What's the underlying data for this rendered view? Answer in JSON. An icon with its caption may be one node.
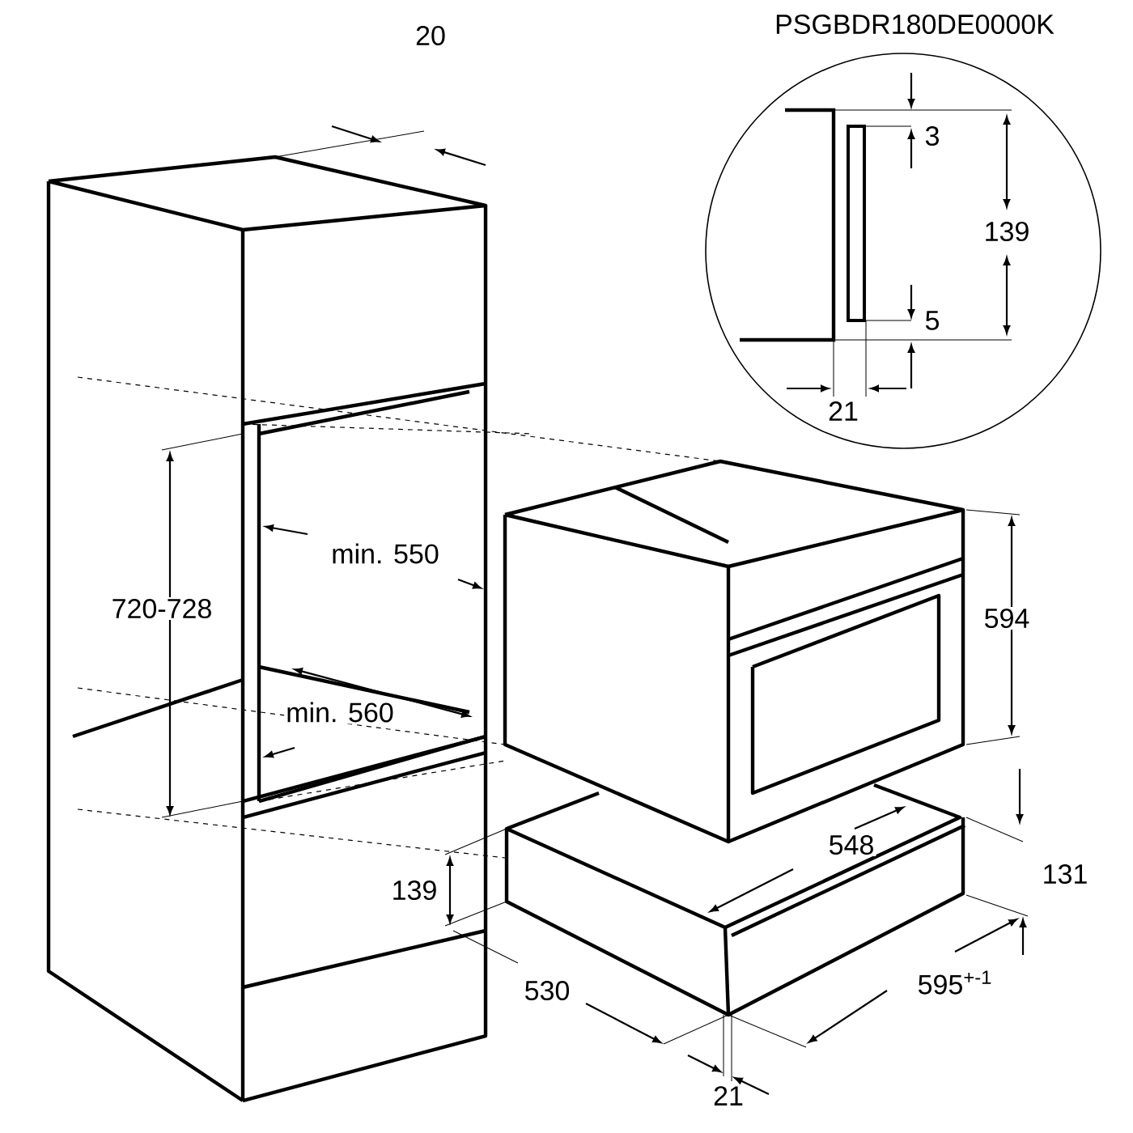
{
  "diagram": {
    "labels": [
      "PSGBDR180DE0000K",
      "20",
      "3",
      "139",
      "5",
      "21",
      "720-728",
      "min. 550",
      "594",
      "min. 560",
      "548",
      "131",
      "139",
      "530",
      "595$^{+-1}$",
      "21"
    ]
  }
}
